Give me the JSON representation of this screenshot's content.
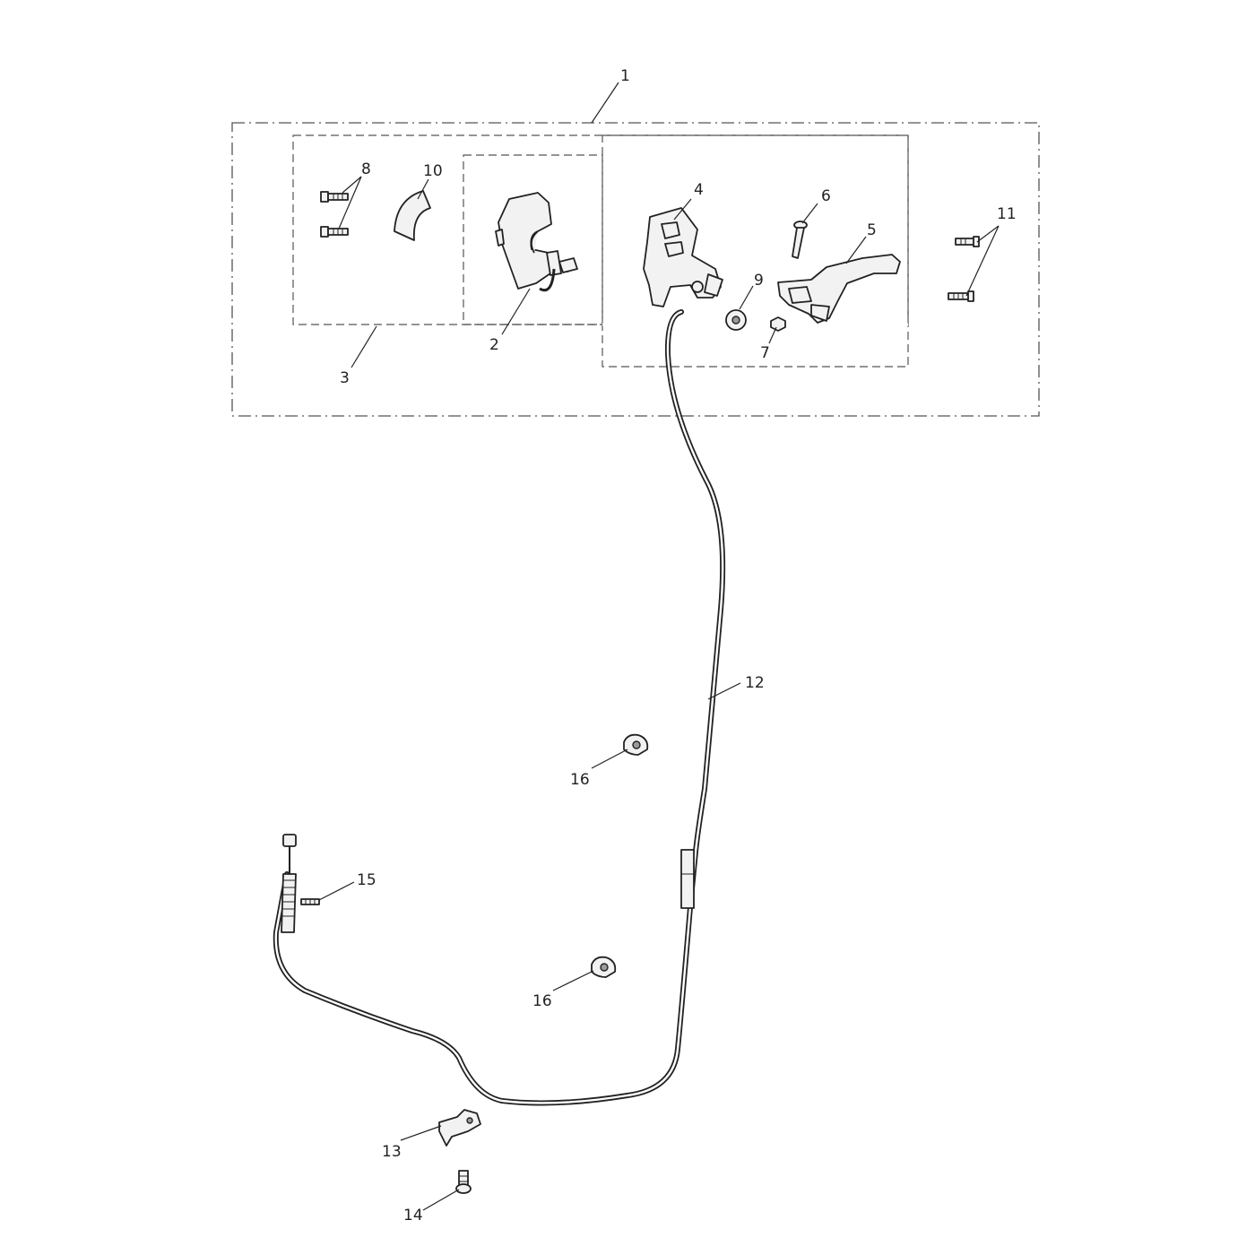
{
  "callouts": [
    {
      "id": "1",
      "label": "1"
    },
    {
      "id": "2",
      "label": "2"
    },
    {
      "id": "3",
      "label": "3"
    },
    {
      "id": "4",
      "label": "4"
    },
    {
      "id": "5",
      "label": "5"
    },
    {
      "id": "6",
      "label": "6"
    },
    {
      "id": "7",
      "label": "7"
    },
    {
      "id": "8",
      "label": "8"
    },
    {
      "id": "9",
      "label": "9"
    },
    {
      "id": "10",
      "label": "10"
    },
    {
      "id": "11",
      "label": "11"
    },
    {
      "id": "12",
      "label": "12"
    },
    {
      "id": "13",
      "label": "13"
    },
    {
      "id": "14",
      "label": "14"
    },
    {
      "id": "15",
      "label": "15"
    },
    {
      "id": "16a",
      "label": "16"
    },
    {
      "id": "16b",
      "label": "16"
    }
  ]
}
